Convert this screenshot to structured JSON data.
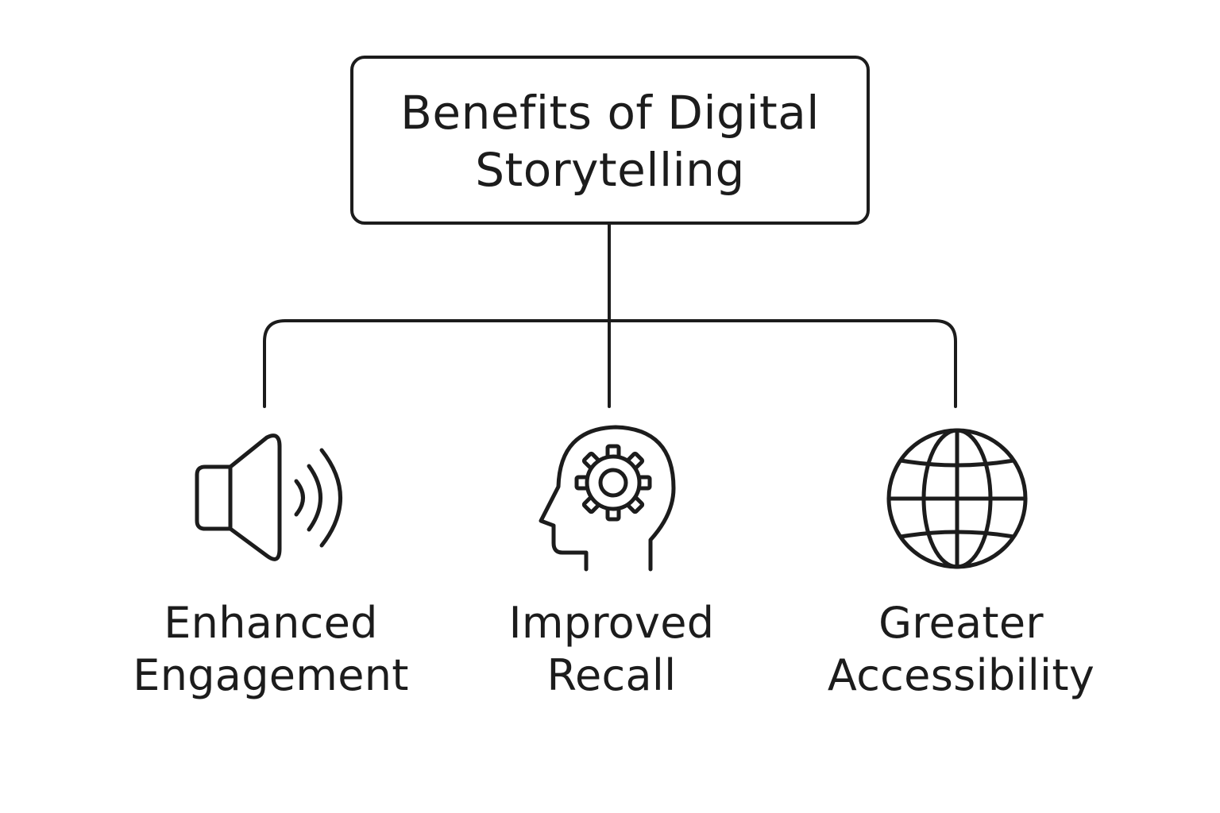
{
  "diagram": {
    "title": {
      "line1": "Benefits of Digital",
      "line2": "Storytelling"
    },
    "benefits": [
      {
        "icon": "speaker-icon",
        "line1": "Enhanced",
        "line2": "Engagement"
      },
      {
        "icon": "head-gear-icon",
        "line1": "Improved",
        "line2": "Recall"
      },
      {
        "icon": "globe-icon",
        "line1": "Greater",
        "line2": "Accessibility"
      }
    ],
    "colors": {
      "stroke": "#1c1c1c",
      "background": "#ffffff"
    }
  }
}
